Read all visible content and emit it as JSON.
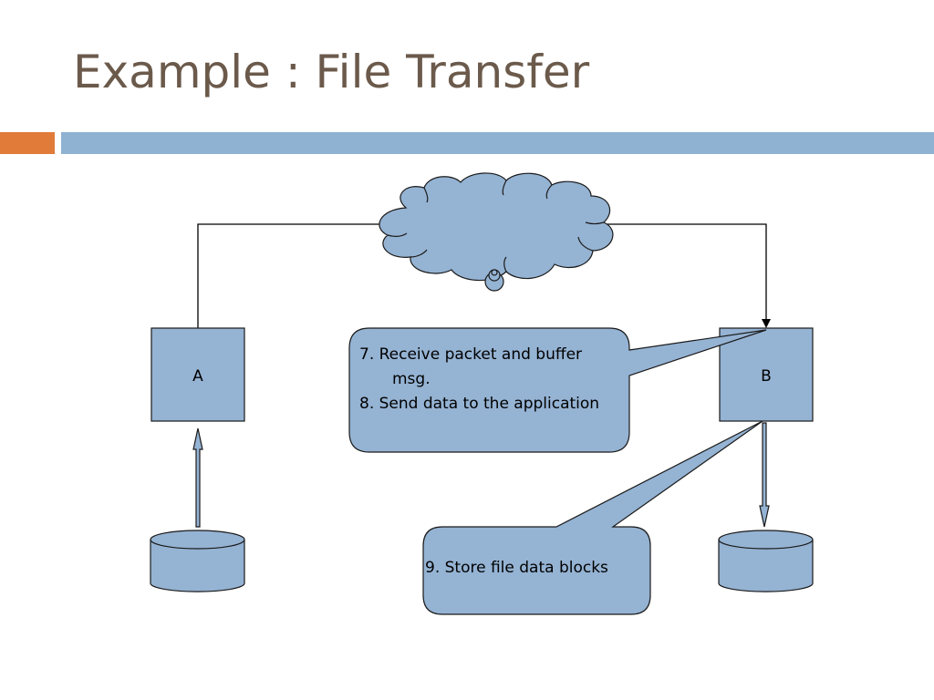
{
  "title": "Example : File Transfer",
  "nodes": {
    "a": "A",
    "b": "B"
  },
  "callouts": {
    "receive": {
      "line1": "7. Receive packet and buffer",
      "line2": "msg.",
      "line3": "8. Send data to the application"
    },
    "store": {
      "line1": "9. Store file data blocks"
    }
  },
  "colors": {
    "shape_fill": "#95b3d3",
    "title": "#6b5a4b",
    "accent_bar": "#e07b39",
    "main_bar": "#8fb2d2"
  }
}
